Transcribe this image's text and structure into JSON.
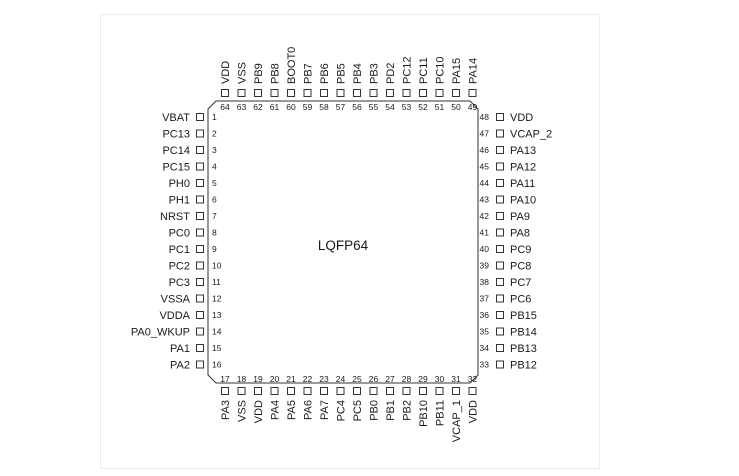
{
  "package": {
    "label": "LQFP64",
    "colors": {
      "outline": "#333333",
      "text": "#1a1a1a",
      "frame": "#ececec"
    }
  },
  "pins": {
    "left": [
      {
        "num": "1",
        "name": "VBAT"
      },
      {
        "num": "2",
        "name": "PC13"
      },
      {
        "num": "3",
        "name": "PC14"
      },
      {
        "num": "4",
        "name": "PC15"
      },
      {
        "num": "5",
        "name": "PH0"
      },
      {
        "num": "6",
        "name": "PH1"
      },
      {
        "num": "7",
        "name": "NRST"
      },
      {
        "num": "8",
        "name": "PC0"
      },
      {
        "num": "9",
        "name": "PC1"
      },
      {
        "num": "10",
        "name": "PC2"
      },
      {
        "num": "11",
        "name": "PC3"
      },
      {
        "num": "12",
        "name": "VSSA"
      },
      {
        "num": "13",
        "name": "VDDA"
      },
      {
        "num": "14",
        "name": "PA0_WKUP"
      },
      {
        "num": "15",
        "name": "PA1"
      },
      {
        "num": "16",
        "name": "PA2"
      }
    ],
    "bottom": [
      {
        "num": "17",
        "name": "PA3"
      },
      {
        "num": "18",
        "name": "VSS"
      },
      {
        "num": "19",
        "name": "VDD"
      },
      {
        "num": "20",
        "name": "PA4"
      },
      {
        "num": "21",
        "name": "PA5"
      },
      {
        "num": "22",
        "name": "PA6"
      },
      {
        "num": "23",
        "name": "PA7"
      },
      {
        "num": "24",
        "name": "PC4"
      },
      {
        "num": "25",
        "name": "PC5"
      },
      {
        "num": "26",
        "name": "PB0"
      },
      {
        "num": "27",
        "name": "PB1"
      },
      {
        "num": "28",
        "name": "PB2"
      },
      {
        "num": "29",
        "name": "PB10"
      },
      {
        "num": "30",
        "name": "PB11"
      },
      {
        "num": "31",
        "name": "VCAP_1"
      },
      {
        "num": "32",
        "name": "VDD"
      }
    ],
    "right": [
      {
        "num": "33",
        "name": "PB12"
      },
      {
        "num": "34",
        "name": "PB13"
      },
      {
        "num": "35",
        "name": "PB14"
      },
      {
        "num": "36",
        "name": "PB15"
      },
      {
        "num": "37",
        "name": "PC6"
      },
      {
        "num": "38",
        "name": "PC7"
      },
      {
        "num": "39",
        "name": "PC8"
      },
      {
        "num": "40",
        "name": "PC9"
      },
      {
        "num": "41",
        "name": "PA8"
      },
      {
        "num": "42",
        "name": "PA9"
      },
      {
        "num": "43",
        "name": "PA10"
      },
      {
        "num": "44",
        "name": "PA11"
      },
      {
        "num": "45",
        "name": "PA12"
      },
      {
        "num": "46",
        "name": "PA13"
      },
      {
        "num": "47",
        "name": "VCAP_2"
      },
      {
        "num": "48",
        "name": "VDD"
      }
    ],
    "top": [
      {
        "num": "49",
        "name": "PA14"
      },
      {
        "num": "50",
        "name": "PA15"
      },
      {
        "num": "51",
        "name": "PC10"
      },
      {
        "num": "52",
        "name": "PC11"
      },
      {
        "num": "53",
        "name": "PC12"
      },
      {
        "num": "54",
        "name": "PD2"
      },
      {
        "num": "55",
        "name": "PB3"
      },
      {
        "num": "56",
        "name": "PB4"
      },
      {
        "num": "57",
        "name": "PB5"
      },
      {
        "num": "58",
        "name": "PB6"
      },
      {
        "num": "59",
        "name": "PB7"
      },
      {
        "num": "60",
        "name": "BOOT0"
      },
      {
        "num": "61",
        "name": "PB8"
      },
      {
        "num": "62",
        "name": "PB9"
      },
      {
        "num": "63",
        "name": "VSS"
      },
      {
        "num": "64",
        "name": "VDD"
      }
    ]
  }
}
